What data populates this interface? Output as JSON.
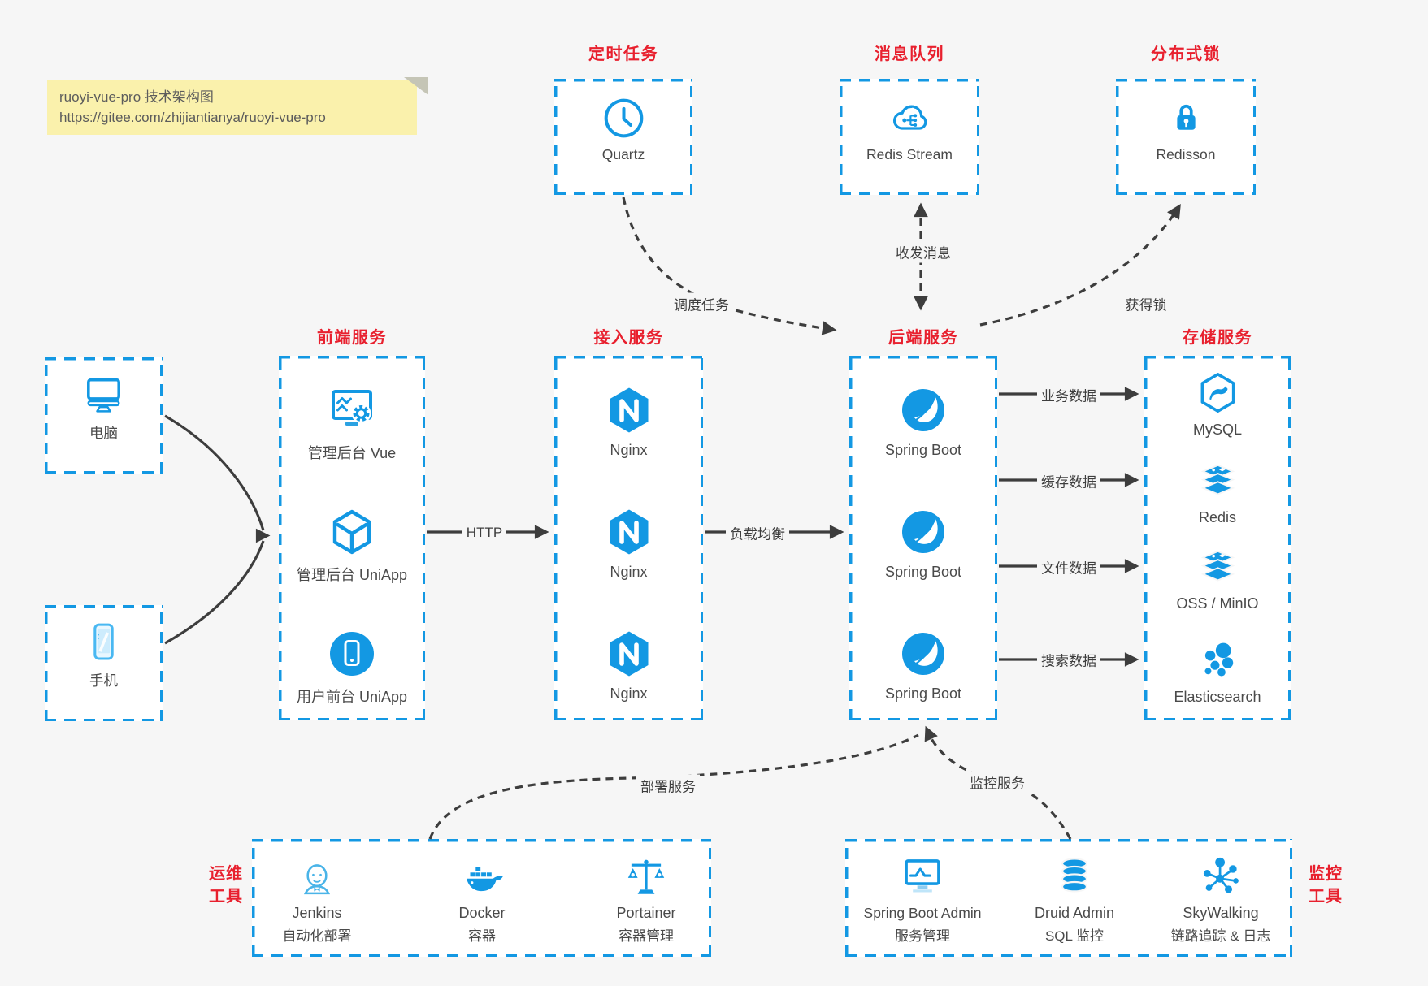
{
  "note": {
    "line1": "ruoyi-vue-pro 技术架构图",
    "line2": "https://gitee.com/zhijiantianya/ruoyi-vue-pro"
  },
  "colors": {
    "accent_blue": "#1398e3",
    "title_red": "#e8202e",
    "arrow_dark": "#3d3d3d",
    "note_yellow": "#faf1ac",
    "background": "#f6f6f6"
  },
  "top": {
    "scheduler": {
      "title": "定时任务",
      "label": "Quartz",
      "icon": "clock-icon"
    },
    "queue": {
      "title": "消息队列",
      "label": "Redis Stream",
      "icon": "cloud-stream-icon"
    },
    "lock": {
      "title": "分布式锁",
      "label": "Redisson",
      "icon": "padlock-icon"
    }
  },
  "clients": {
    "pc": {
      "label": "电脑",
      "icon": "desktop-icon"
    },
    "mobile": {
      "label": "手机",
      "icon": "smartphone-icon"
    }
  },
  "columns": {
    "frontend": {
      "title": "前端服务",
      "items": [
        {
          "label": "管理后台 Vue",
          "icon": "admin-dashboard-icon"
        },
        {
          "label": "管理后台 UniApp",
          "icon": "uniapp-cube-icon"
        },
        {
          "label": "用户前台 UniApp",
          "icon": "mobile-app-circle-icon"
        }
      ]
    },
    "gateway": {
      "title": "接入服务",
      "items": [
        {
          "label": "Nginx",
          "icon": "nginx-icon"
        },
        {
          "label": "Nginx",
          "icon": "nginx-icon"
        },
        {
          "label": "Nginx",
          "icon": "nginx-icon"
        }
      ]
    },
    "backend": {
      "title": "后端服务",
      "items": [
        {
          "label": "Spring Boot",
          "icon": "spring-icon"
        },
        {
          "label": "Spring Boot",
          "icon": "spring-icon"
        },
        {
          "label": "Spring Boot",
          "icon": "spring-icon"
        }
      ]
    },
    "storage": {
      "title": "存储服务",
      "items": [
        {
          "label": "MySQL",
          "icon": "mysql-icon"
        },
        {
          "label": "Redis",
          "icon": "redis-stack-icon"
        },
        {
          "label": "OSS / MinIO",
          "icon": "object-storage-stack-icon"
        },
        {
          "label": "Elasticsearch",
          "icon": "elasticsearch-cluster-icon"
        }
      ]
    }
  },
  "ops": {
    "title": [
      "运维",
      "工具"
    ],
    "items": [
      {
        "name": "Jenkins",
        "desc": "自动化部署",
        "icon": "jenkins-butler-icon"
      },
      {
        "name": "Docker",
        "desc": "容器",
        "icon": "docker-whale-icon"
      },
      {
        "name": "Portainer",
        "desc": "容器管理",
        "icon": "portainer-scale-icon"
      }
    ]
  },
  "monitoring": {
    "title": [
      "监控",
      "工具"
    ],
    "items": [
      {
        "name": "Spring Boot Admin",
        "desc": "服务管理",
        "icon": "admin-monitor-icon"
      },
      {
        "name": "Druid Admin",
        "desc": "SQL 监控",
        "icon": "druid-database-icon"
      },
      {
        "name": "SkyWalking",
        "desc": "链路追踪 & 日志",
        "icon": "skywalking-topology-icon"
      }
    ]
  },
  "edges": {
    "schedule": "调度任务",
    "messaging": "收发消息",
    "lock": "获得锁",
    "http": "HTTP",
    "load_balance": "负载均衡",
    "business_data": "业务数据",
    "cache_data": "缓存数据",
    "file_data": "文件数据",
    "search_data": "搜索数据",
    "deploy": "部署服务",
    "monitor": "监控服务"
  }
}
